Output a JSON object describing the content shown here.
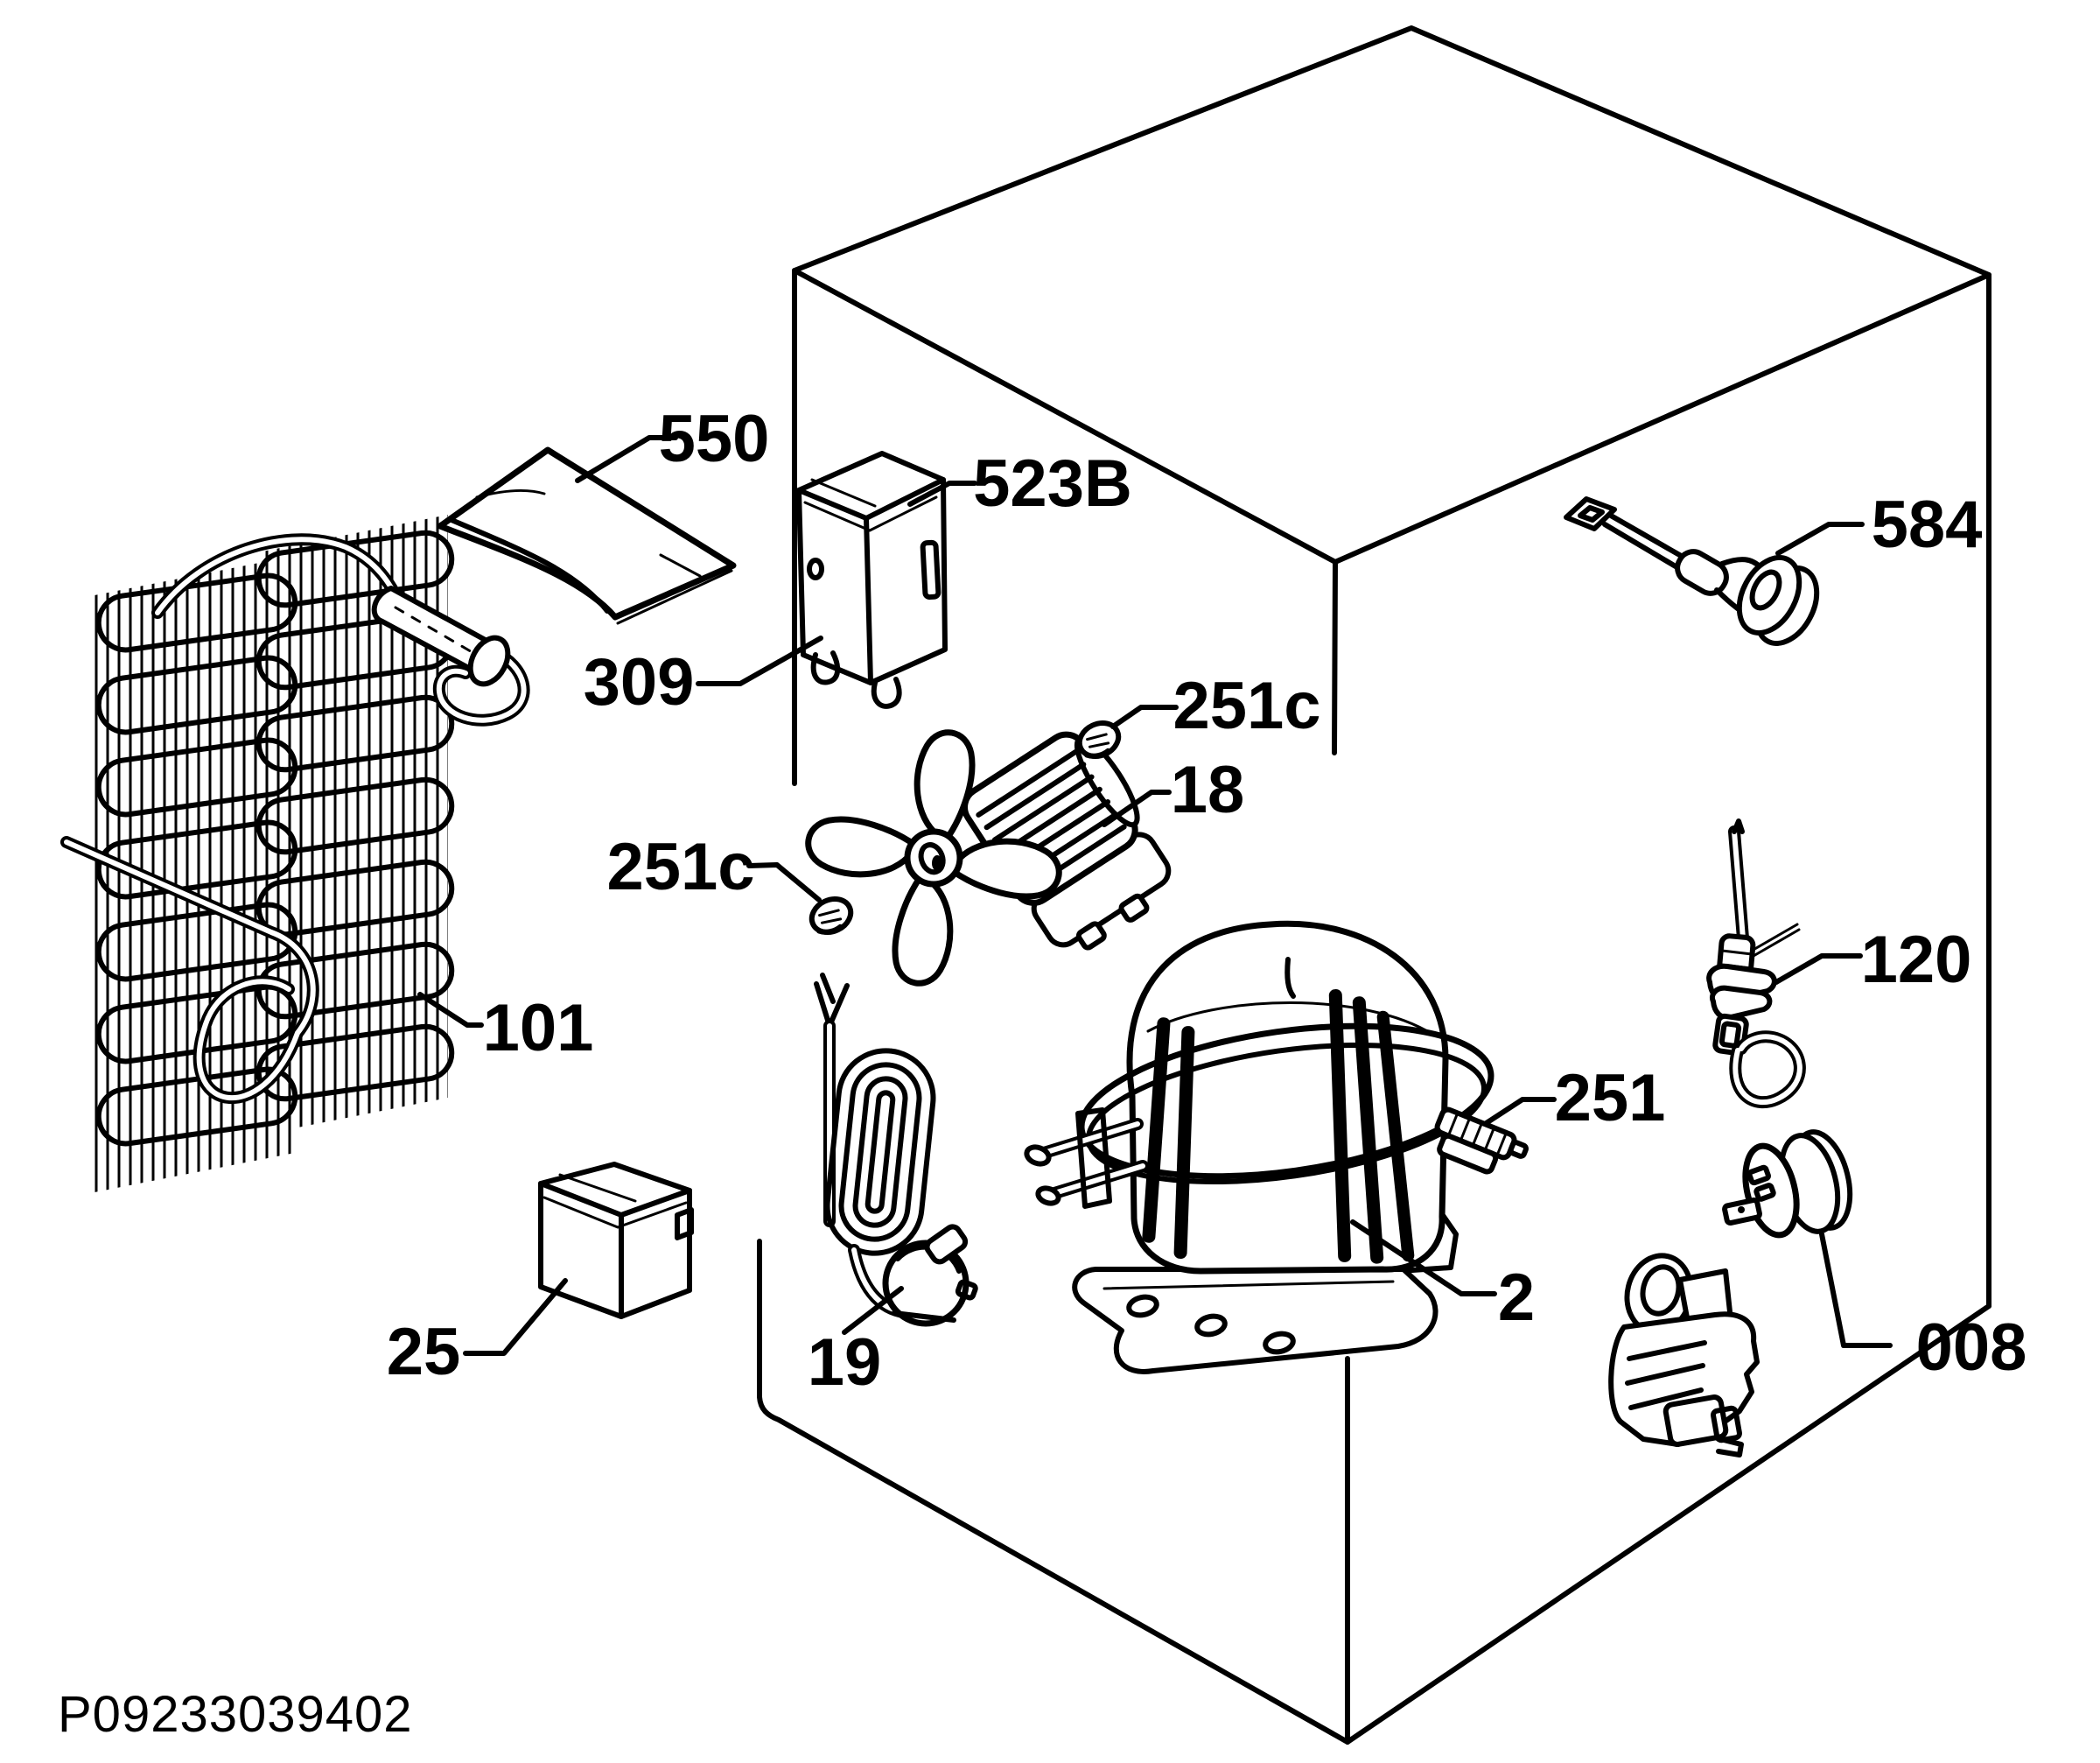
{
  "diagram": {
    "background": "#ffffff",
    "line_color": "#000000",
    "callouts": {
      "c550": "550",
      "c523b": "523B",
      "c309": "309",
      "c584": "584",
      "c251c_upper": "251c",
      "c18": "18",
      "c251c_lower": "251c",
      "c101": "101",
      "c120": "120",
      "c251": "251",
      "c2": "2",
      "c25": "25",
      "c19": "19",
      "c008": "008"
    },
    "footer": {
      "drawing_code": "P09233039402"
    }
  }
}
